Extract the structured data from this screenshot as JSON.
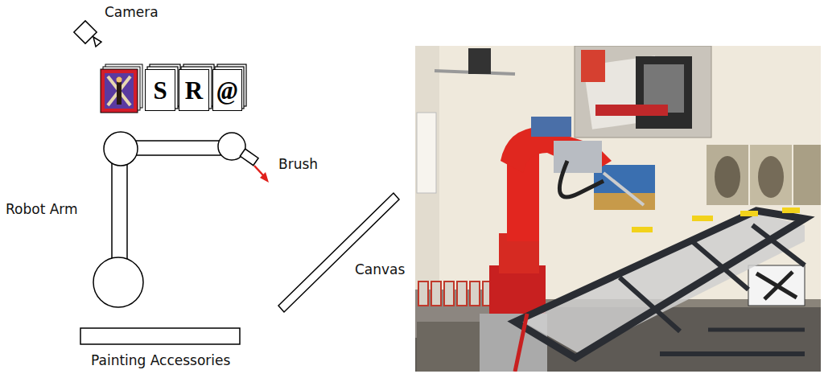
{
  "diagram": {
    "nodes": [
      {
        "text": [
          "S"
        ]
      },
      {
        "text": [
          "R"
        ]
      },
      {
        "text": [
          "@"
        ]
      }
    ],
    "labels": [
      "Camera",
      "Brush",
      "Robot Arm",
      "Canvas",
      "Painting Accessories"
    ]
  }
}
